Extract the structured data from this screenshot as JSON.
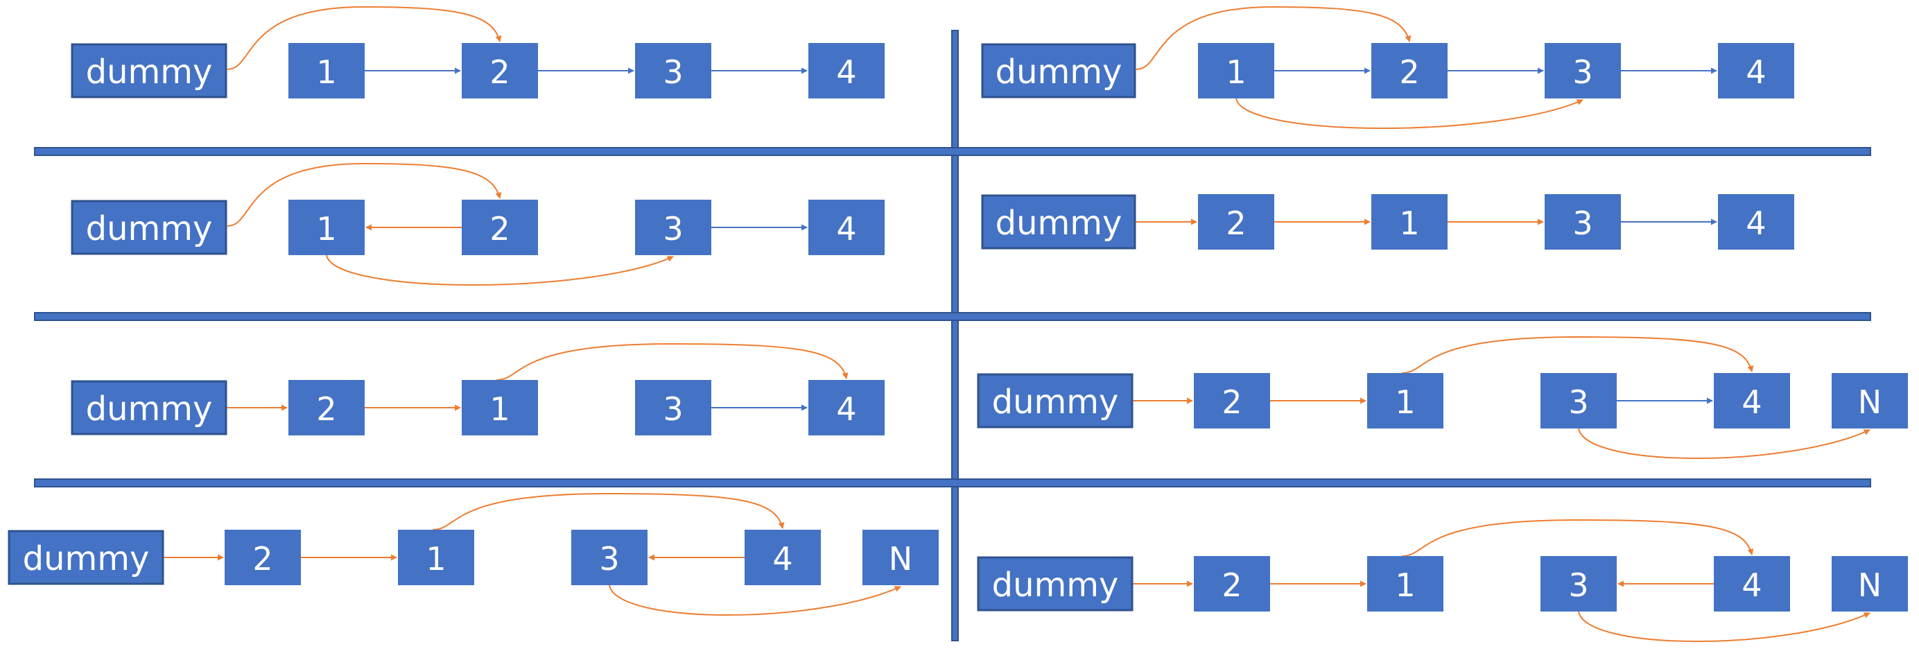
{
  "colors": {
    "node_fill": "#4472C4",
    "node_border": "#2F528F",
    "divider": "#4472C4",
    "link_original": "#4472C4",
    "link_changed": "#ED7D31",
    "label": "#FFFFFF"
  },
  "panels": [
    {
      "nodes": [
        {
          "id": "d",
          "label": "dummy"
        },
        {
          "id": "n1",
          "label": "1"
        },
        {
          "id": "n2",
          "label": "2"
        },
        {
          "id": "n3",
          "label": "3"
        },
        {
          "id": "n4",
          "label": "4"
        }
      ],
      "links": [
        {
          "from": "d",
          "to": "n2",
          "color": "orange",
          "style": "arc-above"
        },
        {
          "from": "n1",
          "to": "n2",
          "color": "blue",
          "style": "straight"
        },
        {
          "from": "n2",
          "to": "n3",
          "color": "blue",
          "style": "straight"
        },
        {
          "from": "n3",
          "to": "n4",
          "color": "blue",
          "style": "straight"
        }
      ]
    },
    {
      "nodes": [
        {
          "id": "d",
          "label": "dummy"
        },
        {
          "id": "n1",
          "label": "1"
        },
        {
          "id": "n2",
          "label": "2"
        },
        {
          "id": "n3",
          "label": "3"
        },
        {
          "id": "n4",
          "label": "4"
        }
      ],
      "links": [
        {
          "from": "d",
          "to": "n2",
          "color": "orange",
          "style": "arc-above"
        },
        {
          "from": "n1",
          "to": "n2",
          "color": "blue",
          "style": "straight"
        },
        {
          "from": "n2",
          "to": "n3",
          "color": "blue",
          "style": "straight"
        },
        {
          "from": "n3",
          "to": "n4",
          "color": "blue",
          "style": "straight"
        },
        {
          "from": "n1",
          "to": "n3",
          "color": "orange",
          "style": "arc-below"
        }
      ]
    },
    {
      "nodes": [
        {
          "id": "d",
          "label": "dummy"
        },
        {
          "id": "n1",
          "label": "1"
        },
        {
          "id": "n2",
          "label": "2"
        },
        {
          "id": "n3",
          "label": "3"
        },
        {
          "id": "n4",
          "label": "4"
        }
      ],
      "links": [
        {
          "from": "d",
          "to": "n2",
          "color": "orange",
          "style": "arc-above"
        },
        {
          "from": "n2",
          "to": "n1",
          "color": "orange",
          "style": "straight"
        },
        {
          "from": "n1",
          "to": "n3",
          "color": "orange",
          "style": "arc-below"
        },
        {
          "from": "n3",
          "to": "n4",
          "color": "blue",
          "style": "straight"
        }
      ]
    },
    {
      "nodes": [
        {
          "id": "d",
          "label": "dummy"
        },
        {
          "id": "n2",
          "label": "2"
        },
        {
          "id": "n1",
          "label": "1"
        },
        {
          "id": "n3",
          "label": "3"
        },
        {
          "id": "n4",
          "label": "4"
        }
      ],
      "links": [
        {
          "from": "d",
          "to": "n2",
          "color": "orange",
          "style": "straight"
        },
        {
          "from": "n2",
          "to": "n1",
          "color": "orange",
          "style": "straight"
        },
        {
          "from": "n1",
          "to": "n3",
          "color": "orange",
          "style": "straight"
        },
        {
          "from": "n3",
          "to": "n4",
          "color": "blue",
          "style": "straight"
        }
      ]
    },
    {
      "nodes": [
        {
          "id": "d",
          "label": "dummy"
        },
        {
          "id": "n2",
          "label": "2"
        },
        {
          "id": "n1",
          "label": "1"
        },
        {
          "id": "n3",
          "label": "3"
        },
        {
          "id": "n4",
          "label": "4"
        }
      ],
      "links": [
        {
          "from": "d",
          "to": "n2",
          "color": "orange",
          "style": "straight"
        },
        {
          "from": "n2",
          "to": "n1",
          "color": "orange",
          "style": "straight"
        },
        {
          "from": "n1",
          "to": "n4",
          "color": "orange",
          "style": "arc-above"
        },
        {
          "from": "n3",
          "to": "n4",
          "color": "blue",
          "style": "straight"
        }
      ]
    },
    {
      "nodes": [
        {
          "id": "d",
          "label": "dummy"
        },
        {
          "id": "n2",
          "label": "2"
        },
        {
          "id": "n1",
          "label": "1"
        },
        {
          "id": "n3",
          "label": "3"
        },
        {
          "id": "n4",
          "label": "4"
        },
        {
          "id": "nn",
          "label": "N"
        }
      ],
      "links": [
        {
          "from": "d",
          "to": "n2",
          "color": "orange",
          "style": "straight"
        },
        {
          "from": "n2",
          "to": "n1",
          "color": "orange",
          "style": "straight"
        },
        {
          "from": "n1",
          "to": "n4",
          "color": "orange",
          "style": "arc-above"
        },
        {
          "from": "n3",
          "to": "n4",
          "color": "blue",
          "style": "straight"
        },
        {
          "from": "n3",
          "to": "nn",
          "color": "orange",
          "style": "arc-below"
        }
      ]
    },
    {
      "nodes": [
        {
          "id": "d",
          "label": "dummy"
        },
        {
          "id": "n2",
          "label": "2"
        },
        {
          "id": "n1",
          "label": "1"
        },
        {
          "id": "n3",
          "label": "3"
        },
        {
          "id": "n4",
          "label": "4"
        },
        {
          "id": "nn",
          "label": "N"
        }
      ],
      "links": [
        {
          "from": "d",
          "to": "n2",
          "color": "orange",
          "style": "straight"
        },
        {
          "from": "n2",
          "to": "n1",
          "color": "orange",
          "style": "straight"
        },
        {
          "from": "n1",
          "to": "n4",
          "color": "orange",
          "style": "arc-above"
        },
        {
          "from": "n4",
          "to": "n3",
          "color": "orange",
          "style": "straight"
        },
        {
          "from": "n3",
          "to": "nn",
          "color": "orange",
          "style": "arc-below"
        }
      ]
    },
    {
      "nodes": [
        {
          "id": "d",
          "label": "dummy"
        },
        {
          "id": "n2",
          "label": "2"
        },
        {
          "id": "n1",
          "label": "1"
        },
        {
          "id": "n3",
          "label": "3"
        },
        {
          "id": "n4",
          "label": "4"
        },
        {
          "id": "nn",
          "label": "N"
        }
      ],
      "links": [
        {
          "from": "d",
          "to": "n2",
          "color": "orange",
          "style": "straight"
        },
        {
          "from": "n2",
          "to": "n1",
          "color": "orange",
          "style": "straight"
        },
        {
          "from": "n1",
          "to": "n4",
          "color": "orange",
          "style": "arc-above"
        },
        {
          "from": "n4",
          "to": "n3",
          "color": "orange",
          "style": "straight"
        },
        {
          "from": "n3",
          "to": "nn",
          "color": "orange",
          "style": "arc-below"
        }
      ]
    }
  ]
}
